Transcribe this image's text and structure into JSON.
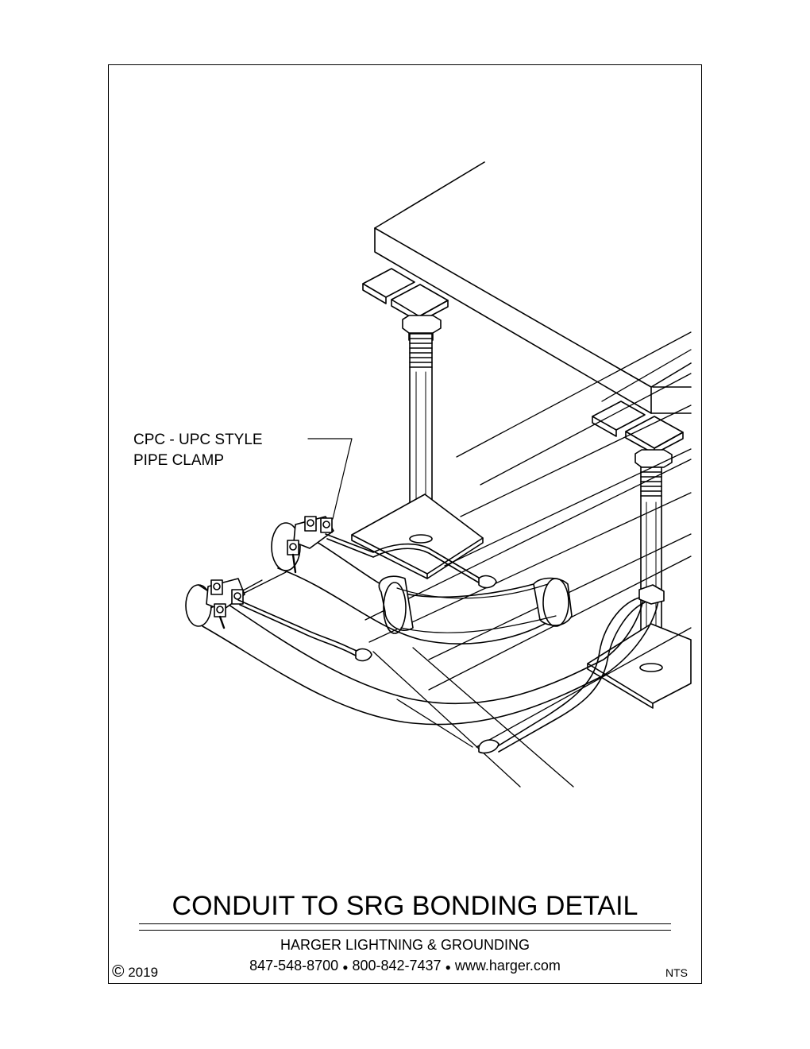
{
  "callout": {
    "line1": "CPC - UPC STYLE",
    "line2": "PIPE CLAMP"
  },
  "title": "CONDUIT TO SRG BONDING DETAIL",
  "footer": {
    "company": "HARGER LIGHTNING & GROUNDING",
    "phone1": "847-548-8700",
    "phone2": "800-842-7437",
    "website": "www.harger.com",
    "separator": "●",
    "copyright_symbol": "©",
    "copyright_year": "2019",
    "scale": "NTS"
  }
}
